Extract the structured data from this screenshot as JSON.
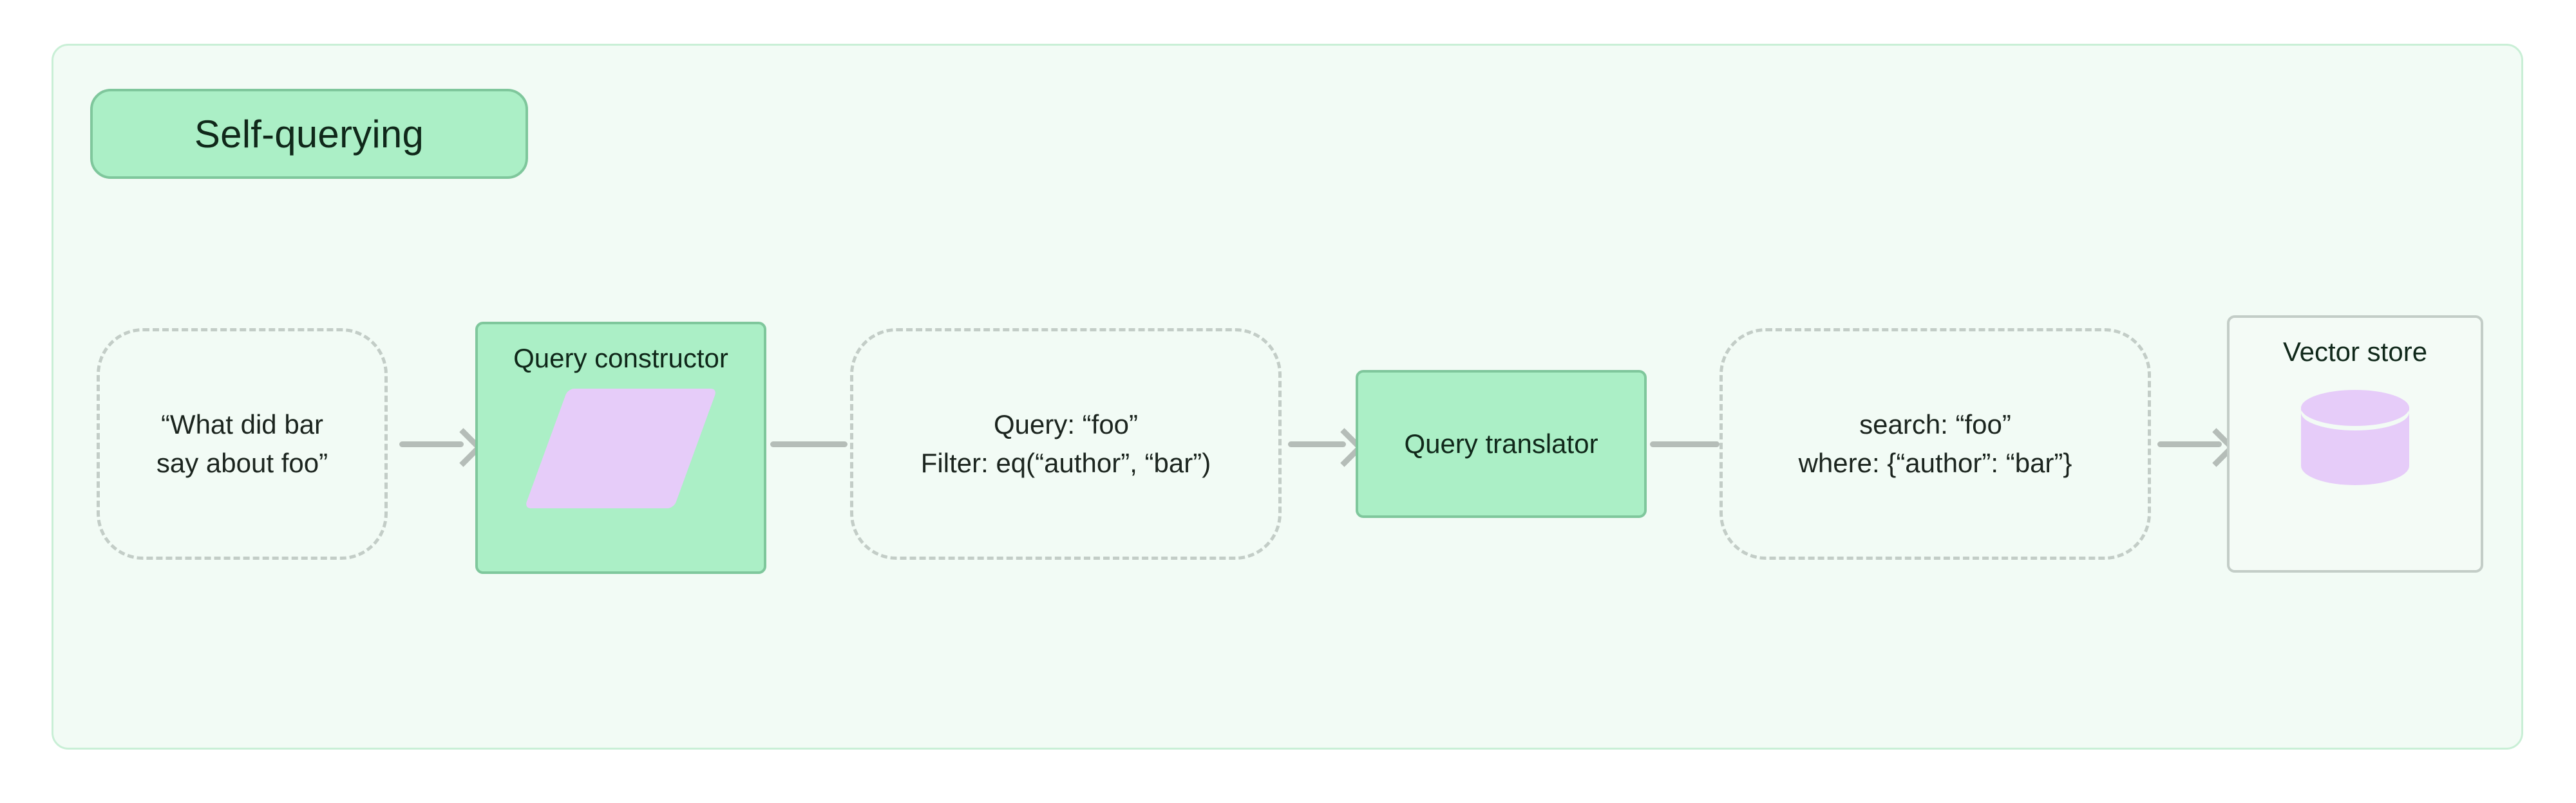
{
  "diagram": {
    "title_badge": "Self-querying",
    "colors": {
      "container_bg": "#f2fbf5",
      "container_border": "#c9efd6",
      "node_green_fill": "#abefc6",
      "node_green_border": "#7fc79c",
      "node_dashed_border": "#c3cdc7",
      "node_plain_border": "#c3cdc7",
      "icon_purple": "#e6ccf9",
      "edge": "#b5bdb8",
      "text": "#10281a"
    },
    "nodes": [
      {
        "id": "question",
        "kind": "dashed",
        "line1": "“What did bar",
        "line2": "say about foo”"
      },
      {
        "id": "query-constructor",
        "kind": "green",
        "title": "Query constructor",
        "icon": "parallelogram-icon"
      },
      {
        "id": "query-filter",
        "kind": "dashed",
        "line1": "Query: “foo”",
        "line2": "Filter: eq(“author”, “bar”)"
      },
      {
        "id": "query-translator",
        "kind": "green",
        "title": "Query translator"
      },
      {
        "id": "search-where",
        "kind": "dashed",
        "line1": "search: “foo”",
        "line2": "where: {“author”: “bar”}"
      },
      {
        "id": "vector-store",
        "kind": "plain",
        "title": "Vector store",
        "icon": "database-cylinder-icon"
      }
    ],
    "edges": [
      {
        "id": "e1",
        "from": "question",
        "to": "query-constructor",
        "arrow": true
      },
      {
        "id": "e2",
        "from": "query-constructor",
        "to": "query-filter",
        "arrow": false
      },
      {
        "id": "e3",
        "from": "query-filter",
        "to": "query-translator",
        "arrow": true
      },
      {
        "id": "e4",
        "from": "query-translator",
        "to": "search-where",
        "arrow": false
      },
      {
        "id": "e5",
        "from": "search-where",
        "to": "vector-store",
        "arrow": true
      }
    ]
  }
}
